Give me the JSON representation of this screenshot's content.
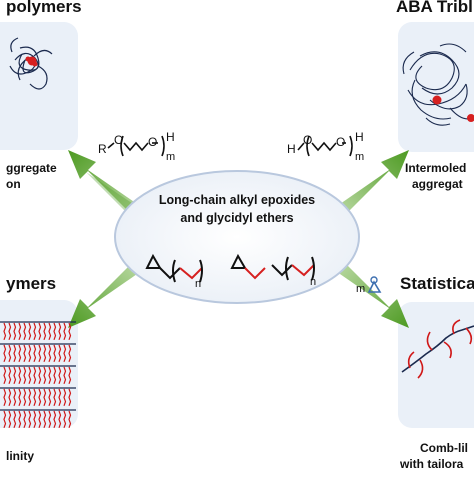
{
  "titles": {
    "top_left": "polymers",
    "top_right": "ABA Tribl",
    "bottom_left": "ymers",
    "bottom_right": "Statistica"
  },
  "captions": {
    "top_left_line1": "ggregate",
    "top_left_line2": "on",
    "top_right_line1": "Intermoled",
    "top_right_line2": "aggregat",
    "bottom_left": "linity",
    "bottom_right_line1": "Comb-lil",
    "bottom_right_line2": "with tailora"
  },
  "center": {
    "line1": "Long-chain alkyl epoxides",
    "line2": "and glycidyl ethers",
    "n_label_1": "n",
    "n_label_2": "n"
  },
  "formulas": {
    "left_R": "R",
    "left_O1": "O",
    "left_O2": "O",
    "left_H": "H",
    "left_m": "m",
    "right_H1": "H",
    "right_O1": "O",
    "right_O2": "O",
    "right_H2": "H",
    "right_m": "m",
    "stat_m": "m"
  },
  "colors": {
    "panel": "#eef3f9",
    "ellipse_fill": "#f4f6fa",
    "ellipse_stroke": "#b9c8de",
    "arrow_green": "#5aa02c",
    "core_red": "#d62020",
    "chain_navy": "#1b2a4e",
    "chain_red": "#d01818"
  }
}
